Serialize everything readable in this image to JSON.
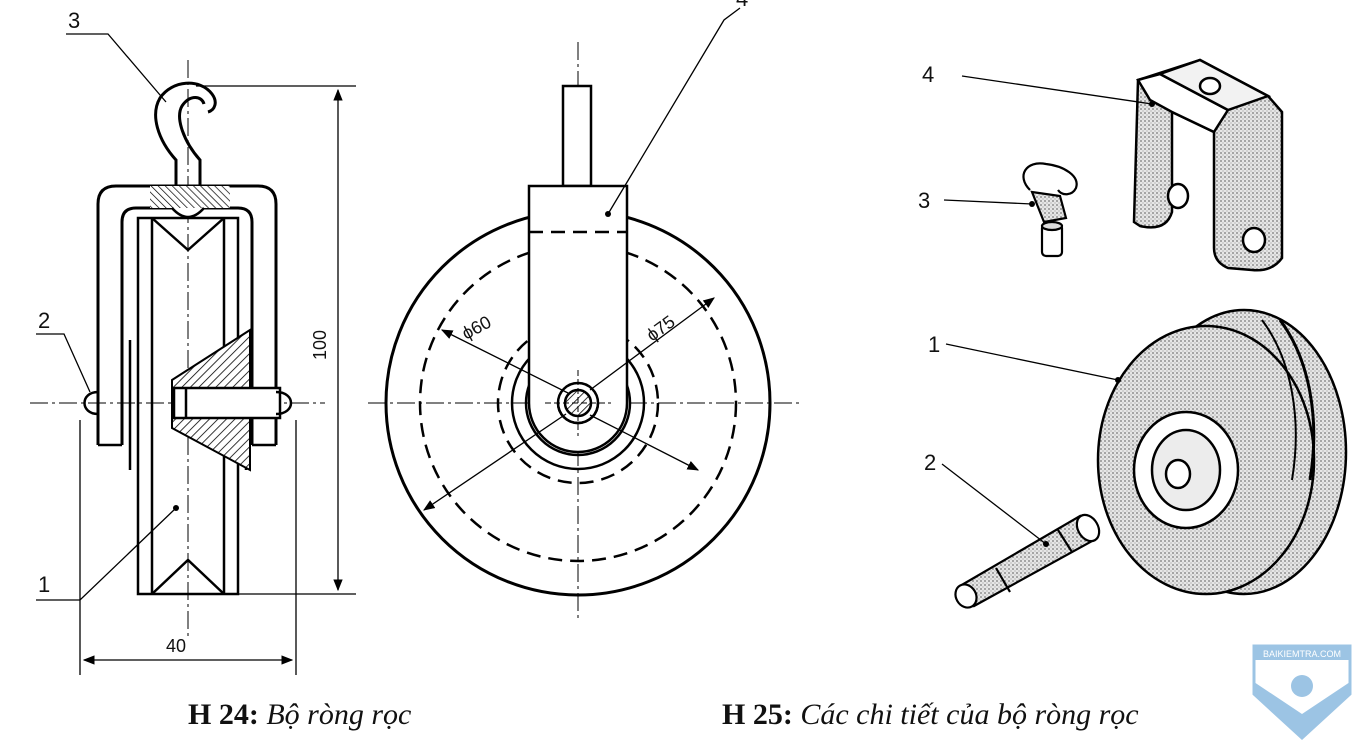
{
  "figure_24": {
    "label_3": "3",
    "label_2": "2",
    "label_1": "1",
    "dim_height": "100",
    "dim_width": "40",
    "label_4": "4",
    "dim_phi60": "ϕ60",
    "dim_phi75": "ϕ75",
    "caption_num": "H 24:",
    "caption_text": "Bộ ròng rọc"
  },
  "figure_25": {
    "label_4": "4",
    "label_3": "3",
    "label_1": "1",
    "label_2": "2",
    "caption_num": "H 25:",
    "caption_text": "Các chi tiết của bộ ròng rọc"
  },
  "watermark": {
    "text": "BAIKIEMTRA.COM",
    "color": "#9cc4e4"
  }
}
